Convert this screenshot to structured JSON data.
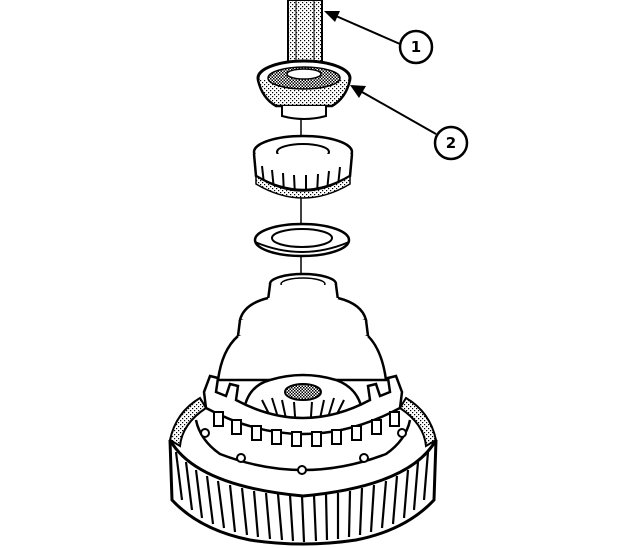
{
  "diagram": {
    "callouts": [
      {
        "label": "1",
        "target": "installer-shaft"
      },
      {
        "label": "2",
        "target": "bearing-installer"
      }
    ],
    "parts": [
      "installer-shaft",
      "bearing-installer",
      "tapered-roller-bearing",
      "bearing-race-shim",
      "differential-case",
      "differential-ring-gear"
    ],
    "colors": {
      "line": "#000000",
      "background": "#ffffff"
    }
  }
}
